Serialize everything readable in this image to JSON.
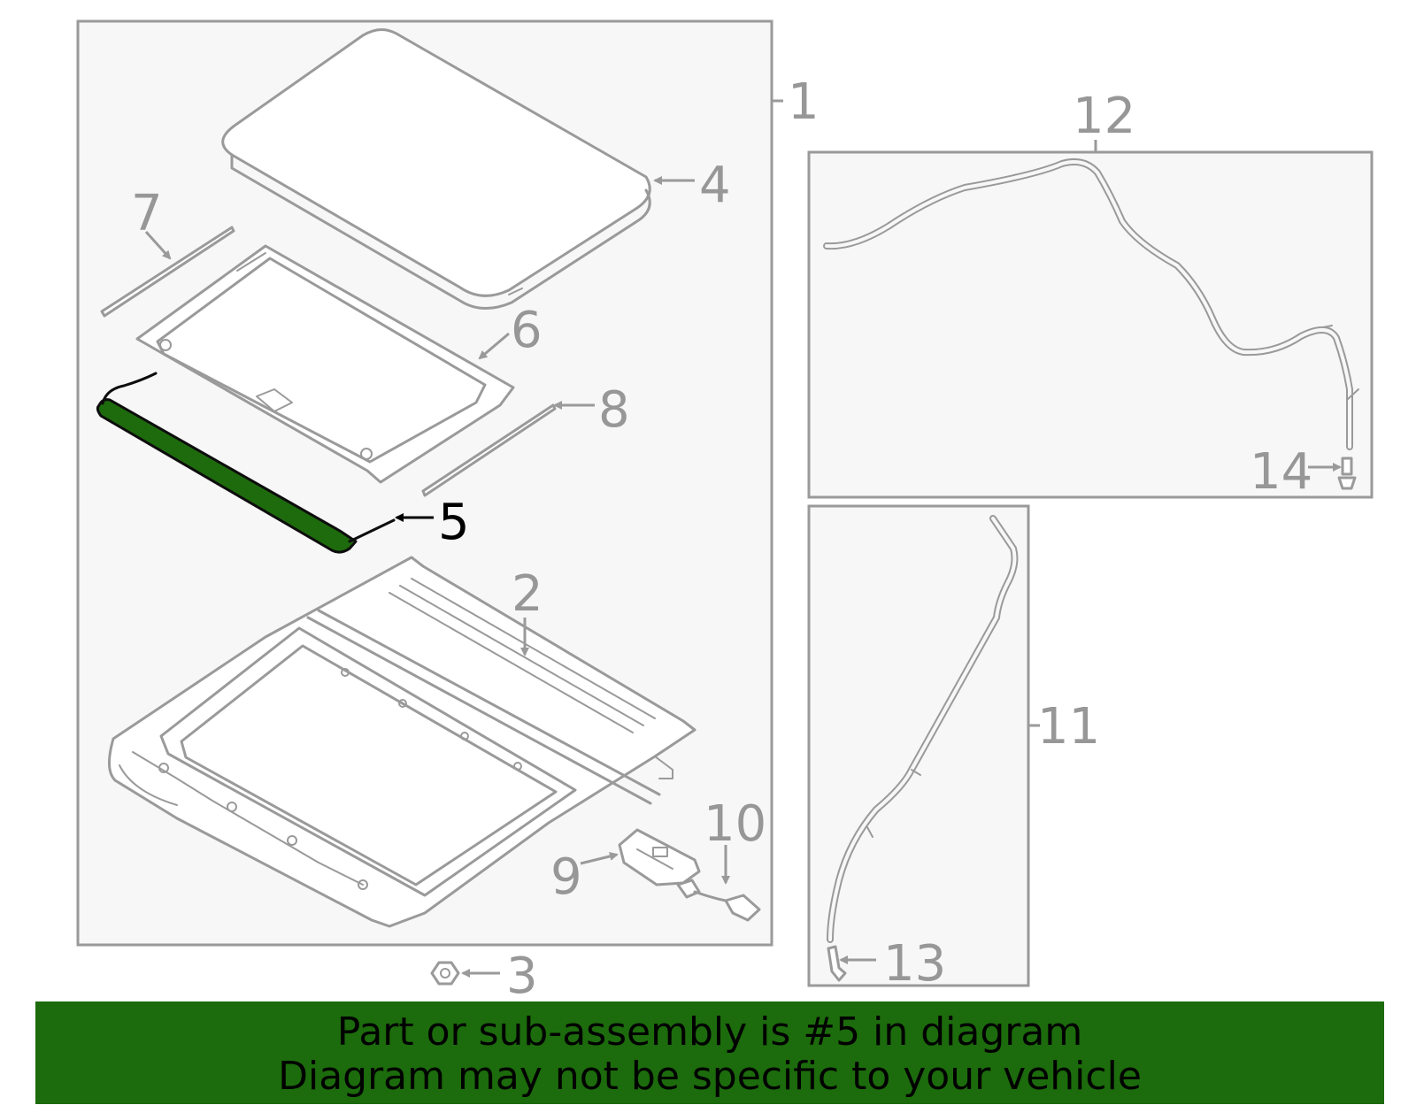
{
  "diagram": {
    "highlight_color": "#1c6b0c",
    "highlighted_part": "5",
    "callouts": {
      "c1": "1",
      "c2": "2",
      "c3": "3",
      "c4": "4",
      "c5": "5",
      "c6": "6",
      "c7": "7",
      "c8": "8",
      "c9": "9",
      "c10": "10",
      "c11": "11",
      "c12": "12",
      "c13": "13",
      "c14": "14"
    }
  },
  "banner": {
    "line1": "Part or sub-assembly is #5 in diagram",
    "line2": "Diagram may not be specific to your vehicle"
  }
}
